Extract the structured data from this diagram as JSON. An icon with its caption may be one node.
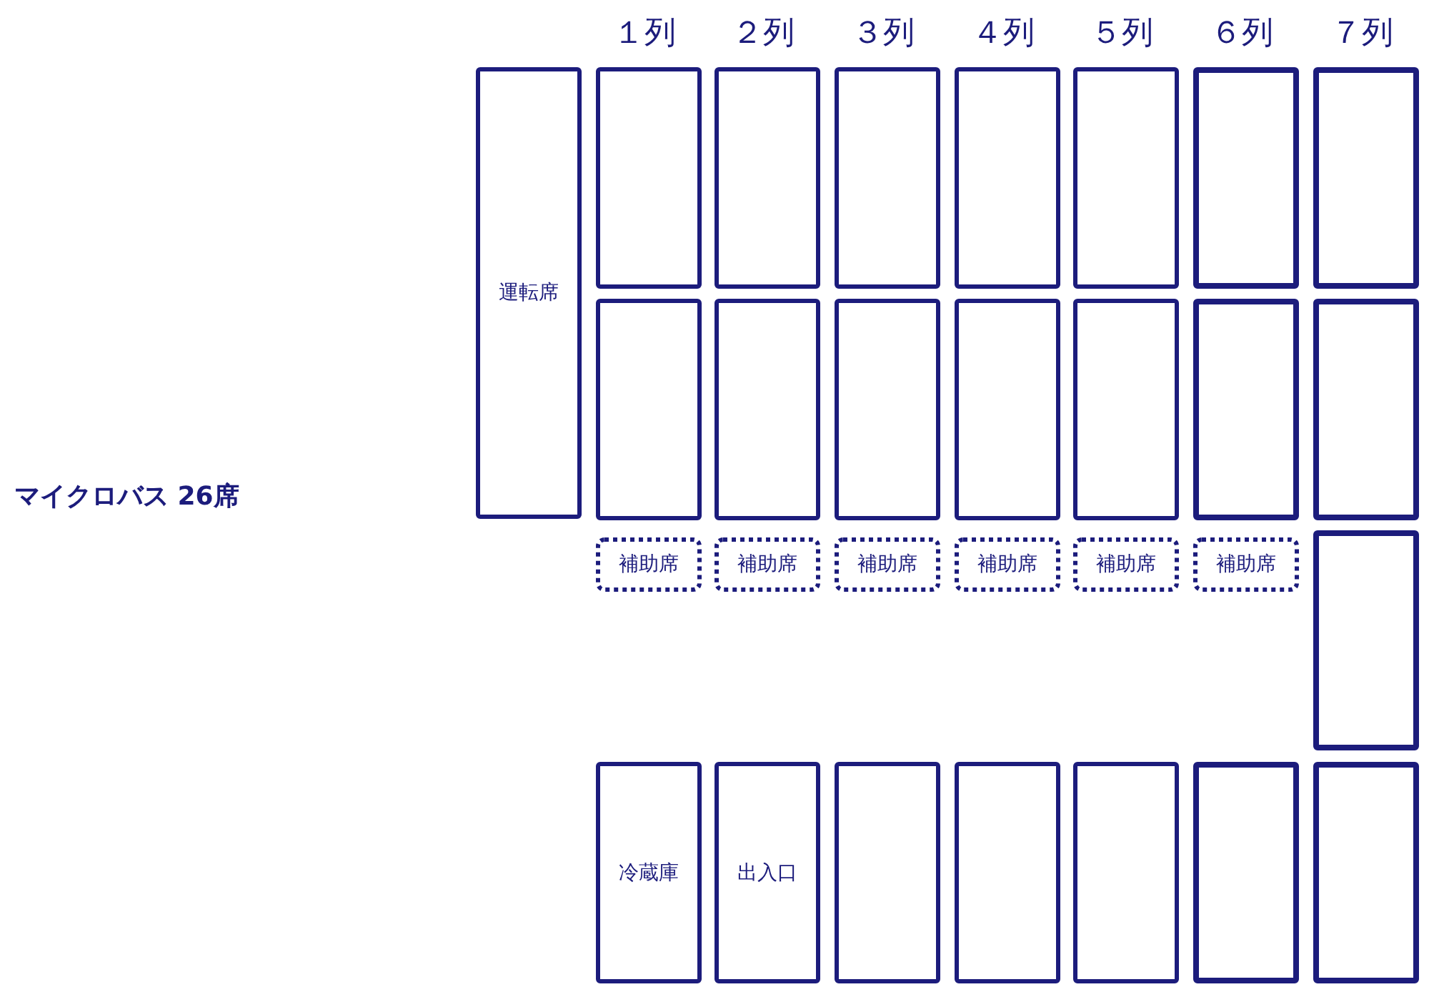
{
  "diagram": {
    "nodes": [
      {
        "text": [
          "運転席"
        ]
      },
      {
        "text": [],
        "shape": "box"
      },
      {
        "text": [],
        "shape": "box"
      },
      {
        "text": [],
        "shape": "box"
      },
      {
        "text": [],
        "shape": "box"
      },
      {
        "text": [],
        "shape": "box"
      },
      {
        "text": [],
        "shape": "box"
      },
      {
        "text": [],
        "shape": "box"
      },
      {
        "text": [],
        "shape": "box"
      },
      {
        "text": [],
        "shape": "box"
      },
      {
        "text": [],
        "shape": "box"
      },
      {
        "text": [],
        "shape": "box"
      },
      {
        "text": [],
        "shape": "box"
      },
      {
        "text": [],
        "shape": "box"
      },
      {
        "text": [],
        "shape": "box"
      },
      {
        "text": [
          "補助席"
        ]
      },
      {
        "text": [
          "補助席"
        ]
      },
      {
        "text": [
          "補助席"
        ]
      },
      {
        "text": [
          "補助席"
        ]
      },
      {
        "text": [
          "補助席"
        ]
      },
      {
        "text": [
          "補助席"
        ]
      },
      {
        "text": [],
        "shape": "box"
      },
      {
        "text": [
          "冷蔵庫"
        ]
      },
      {
        "text": [
          "出入口"
        ]
      },
      {
        "text": [],
        "shape": "box"
      },
      {
        "text": [],
        "shape": "box"
      },
      {
        "text": [],
        "shape": "box"
      },
      {
        "text": [],
        "shape": "box"
      },
      {
        "text": [],
        "shape": "box"
      }
    ],
    "labels": [
      "１列",
      "２列",
      "３列",
      "４列",
      "５列",
      "６列",
      "７列"
    ],
    "title": "マイクロバス 26席"
  }
}
